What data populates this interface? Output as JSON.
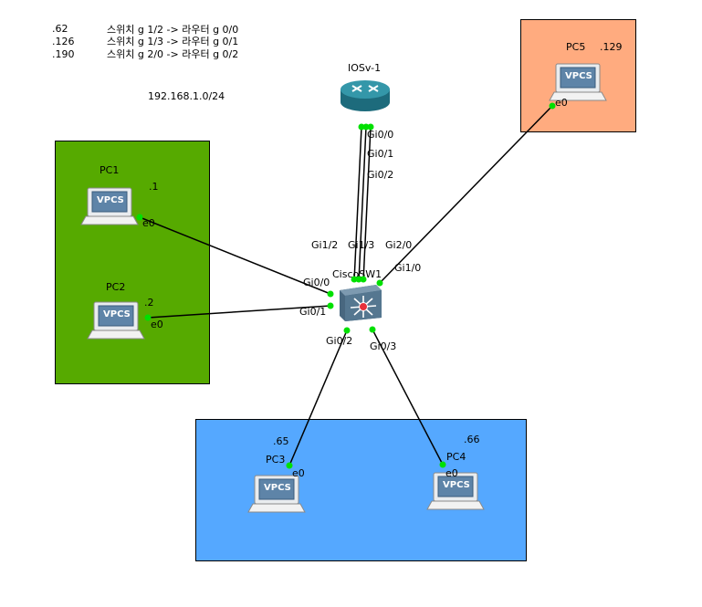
{
  "notes": [
    {
      "ip": ".62",
      "desc": "스위치 g 1/2 -> 라우터 g 0/0"
    },
    {
      "ip": ".126",
      "desc": "스위치 g 1/3 -> 라우터 g 0/1"
    },
    {
      "ip": ".190",
      "desc": "스위치 g 2/0 -> 라우터 g 0/2"
    }
  ],
  "network": "192.168.1.0/24",
  "zones": {
    "green": {
      "color": "#56aa00"
    },
    "blue": {
      "color": "#55a8ff"
    },
    "orange": {
      "color": "#ffab7f"
    }
  },
  "router": {
    "name": "IOSv-1",
    "ports": [
      "Gi0/0",
      "Gi0/1",
      "Gi0/2"
    ]
  },
  "switch": {
    "name": "CiscoSW1",
    "ports": [
      "Gi1/2",
      "Gi1/3",
      "Gi2/0",
      "Gi1/0",
      "Gi0/0",
      "Gi0/1",
      "Gi0/2",
      "Gi0/3"
    ]
  },
  "pcs": [
    {
      "name": "PC1",
      "ip": ".1",
      "port": "e0",
      "badge": "VPCS"
    },
    {
      "name": "PC2",
      "ip": ".2",
      "port": "e0",
      "badge": "VPCS"
    },
    {
      "name": "PC3",
      "ip": ".65",
      "port": "e0",
      "badge": "VPCS"
    },
    {
      "name": "PC4",
      "ip": ".66",
      "port": "e0",
      "badge": "VPCS"
    },
    {
      "name": "PC5",
      "ip": ".129",
      "port": "e0",
      "badge": "VPCS"
    }
  ],
  "link_color": "#000000",
  "port_dot_color": "#00e000"
}
